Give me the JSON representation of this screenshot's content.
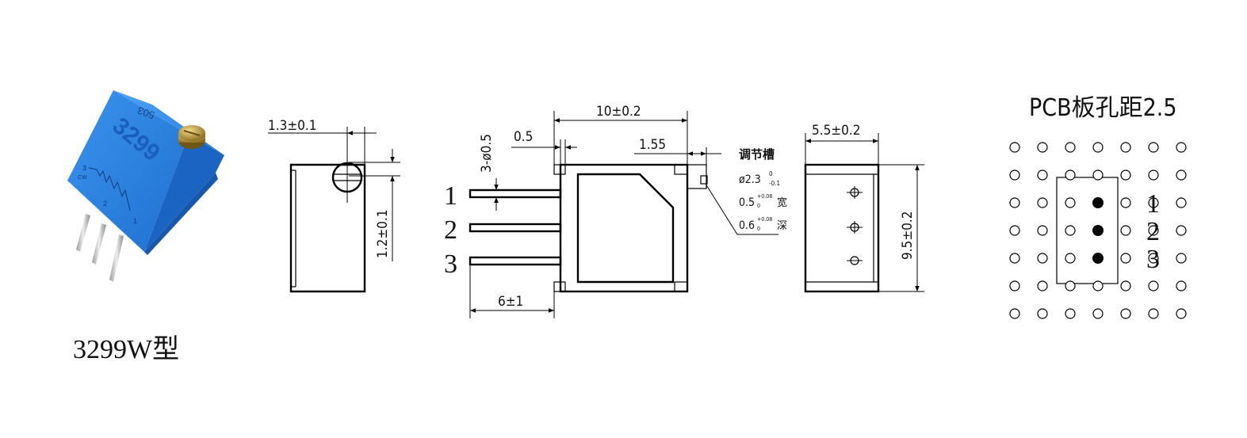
{
  "product": {
    "model_caption": "3299W型",
    "body_marking": "3299",
    "top_marking": "503",
    "pin_labels_side": [
      "3",
      "CW",
      "2",
      "1"
    ],
    "body_color": "#2f86e6",
    "knob_color": "#c8a032"
  },
  "side_view": {
    "dim_width": "1.3±0.1",
    "dim_height": "1.2±0.1"
  },
  "front_view": {
    "dim_total_width": "10±0.2",
    "dim_pin_dia": "3-ø0.5",
    "dim_offset": "0.5",
    "dim_slot": "1.55",
    "dim_pin_spacing": "6±1",
    "pin_numbers": [
      "1",
      "2",
      "3"
    ],
    "slot_note_title": "调节槽",
    "slot_note_dia": "ø2.3",
    "slot_note_dia_tol_upper": "0",
    "slot_note_dia_tol_lower": "-0.1",
    "slot_note_width": "0.5",
    "slot_note_width_tol_upper": "+0.08",
    "slot_note_width_tol_lower": "0",
    "slot_note_width_label": "宽",
    "slot_note_depth": "0.6",
    "slot_note_depth_tol_upper": "+0.08",
    "slot_note_depth_tol_lower": "0",
    "slot_note_depth_label": "深"
  },
  "end_view": {
    "dim_width": "5.5±0.2",
    "dim_height": "9.5±0.2"
  },
  "pcb": {
    "title": "PCB板孔距2.5",
    "pin_numbers": [
      "1",
      "2",
      "3"
    ]
  }
}
